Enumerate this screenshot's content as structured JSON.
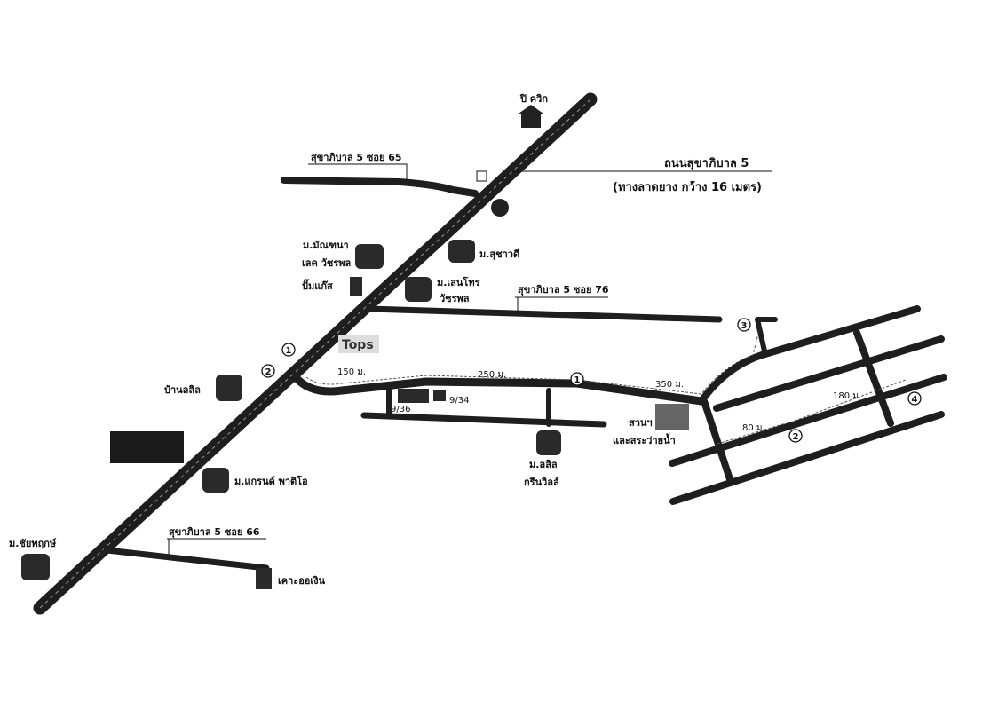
{
  "main_road": {
    "name": "ถนนสุขาภิบาล 5",
    "note": "(ทางลาดยาง กว้าง 16 เมตร)"
  },
  "sois": {
    "soi65": "สุขาภิบาล 5 ซอย 65",
    "soi76": "สุขาภิบาล 5 ซอย 76",
    "soi66": "สุขาภิบาล 5 ซอย 66"
  },
  "places": {
    "pquik": "ปิ ควิก",
    "suchawadi": "ม.สุชาวดี",
    "manthana_1": "ม.มัณฑนา",
    "manthana_2": "เลค วัชรพล",
    "gas": "ปั๊มแก๊ส",
    "senthos_1": "ม.เสนโทร",
    "senthos_2": "วัชรพล",
    "tops": "Tops",
    "banlalil": "บ้านลลิล",
    "grandpatio": "ม.แกรนด์ พาติโอ",
    "chaiyaphruek": "ม.ชัยพฤกษ์",
    "kraoengern": "เคาะออเงิน",
    "lalil_1": "ม.ลลิล",
    "lalil_2": "กรีนวิลล์",
    "park_1": "สวนฯ",
    "park_2": "และสระว่ายน้ำ",
    "addr1": "9/34",
    "addr2": "9/36"
  },
  "distances": {
    "d150": "150 ม.",
    "d250": "250 ม.",
    "d350": "350 ม.",
    "d80": "80 ม.",
    "d180": "180 ม."
  },
  "markers": [
    "1",
    "2",
    "3",
    "4"
  ],
  "colors": {
    "road": "#1e1e1e",
    "background": "#ffffff"
  }
}
